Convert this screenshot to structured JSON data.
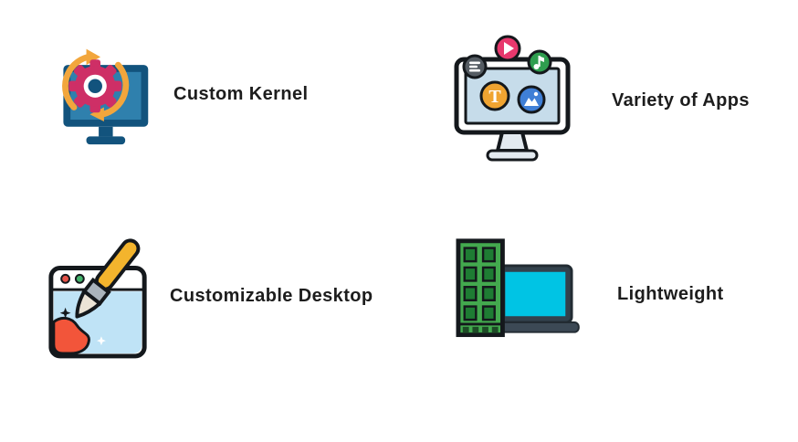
{
  "page": {
    "background": "#ffffff"
  },
  "features": [
    {
      "label": "Custom Kernel",
      "icon": "custom-kernel-icon"
    },
    {
      "label": "Variety of Apps",
      "icon": "variety-of-apps-icon",
      "tee_glyph": "T"
    },
    {
      "label": "Customizable Desktop",
      "icon": "customizable-desktop-icon"
    },
    {
      "label": "Lightweight",
      "icon": "lightweight-icon"
    }
  ],
  "colors": {
    "label_text": "#1d1d1d",
    "outline_black": "#14181c",
    "monitor_navy": "#12537d",
    "screen_blue": "#2f80ad",
    "gear_pink": "#ce2f66",
    "arrow_yellow": "#f2a63c",
    "play_pink": "#e8386d",
    "music_green": "#2f9e4f",
    "menu_gray": "#555c63",
    "text_orange": "#f0a431",
    "image_blue": "#3f7fd6",
    "window_body_blue": "#bfe3f6",
    "paint_orange": "#f2553a",
    "brush_yellow": "#f3b42d",
    "dot_red": "#e45248",
    "dot_green": "#43b36b",
    "ram_green": "#43a94e",
    "chip_green": "#1e7c33",
    "laptop_screen_cyan": "#00c4e4",
    "laptop_gray": "#3c4955"
  }
}
